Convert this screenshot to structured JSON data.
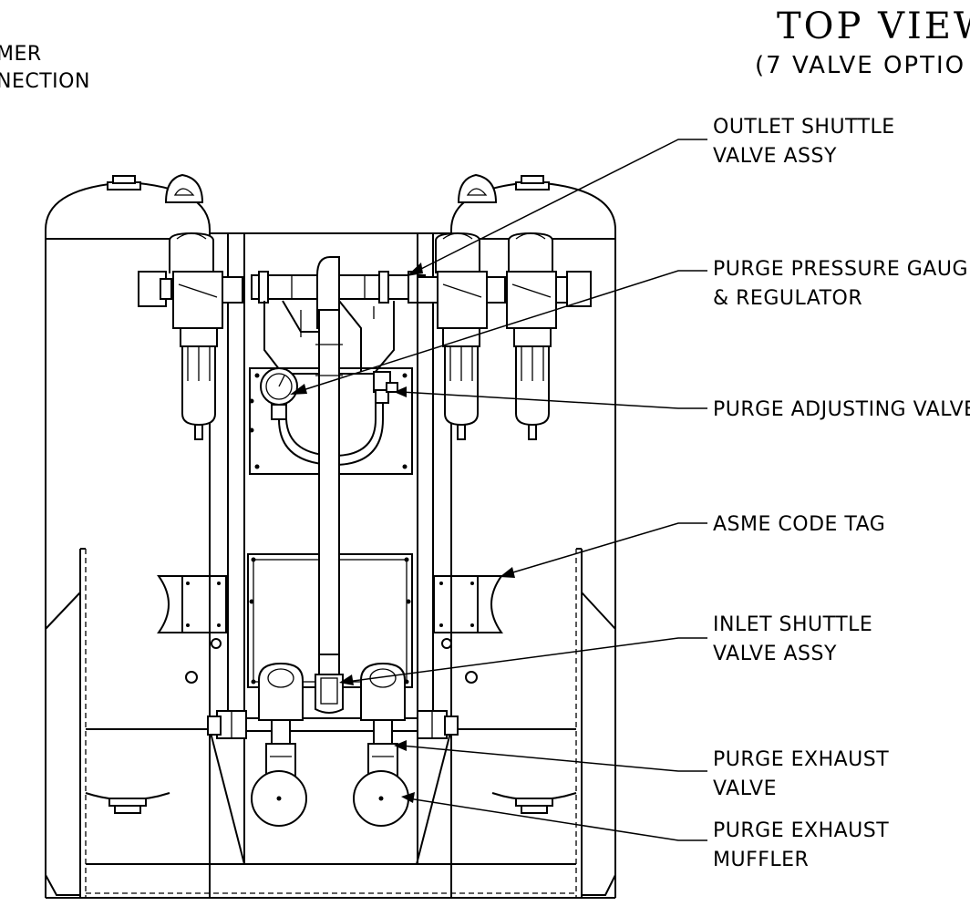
{
  "header": {
    "title": "TOP VIEW",
    "subtitle": "(7 VALVE OPTIO",
    "cut_label_line1": "MER",
    "cut_label_line2": "NECTION"
  },
  "callouts": [
    {
      "id": "outlet-shuttle",
      "line1": "OUTLET SHUTTLE",
      "line2": "VALVE ASSY"
    },
    {
      "id": "purge-pressure",
      "line1": "PURGE PRESSURE GAUG",
      "line2": "& REGULATOR"
    },
    {
      "id": "purge-adjusting",
      "line1": "PURGE ADJUSTING VALVE",
      "line2": ""
    },
    {
      "id": "asme-tag",
      "line1": "ASME CODE TAG",
      "line2": ""
    },
    {
      "id": "inlet-shuttle",
      "line1": "INLET SHUTTLE",
      "line2": "VALVE ASSY"
    },
    {
      "id": "purge-exhaust-valve",
      "line1": "PURGE EXHAUST",
      "line2": "VALVE"
    },
    {
      "id": "purge-exhaust-muffler",
      "line1": "PURGE EXHAUST",
      "line2": "MUFFLER"
    }
  ]
}
